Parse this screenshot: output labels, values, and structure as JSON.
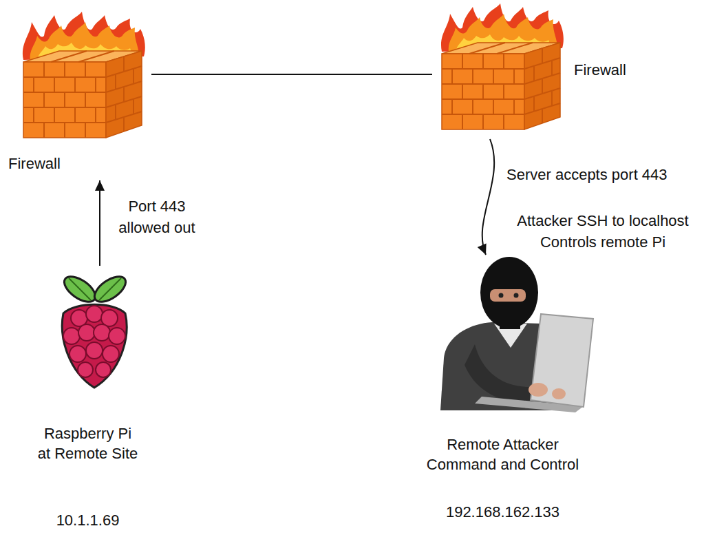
{
  "diagram": {
    "nodes": [
      {
        "text": [
          "Firewall"
        ]
      },
      {
        "text": [
          "Firewall"
        ]
      },
      {
        "text": [
          "Raspberry Pi at Remote Site",
          "10.1.1.69"
        ]
      },
      {
        "text": [
          "Remote Attacker Command and Control",
          "192.168.162.133"
        ]
      }
    ],
    "edges": [
      {
        "from": 0,
        "to": 1,
        "arrow": "none"
      },
      {
        "from": 2,
        "to": 0,
        "arrow": "to",
        "label": "Port 443 allowed out"
      },
      {
        "from": 1,
        "to": 3,
        "arrow": "to",
        "label": "Server accepts port 443"
      }
    ],
    "labels": [
      "Attacker SSH to localhost Controls remote Pi"
    ]
  }
}
